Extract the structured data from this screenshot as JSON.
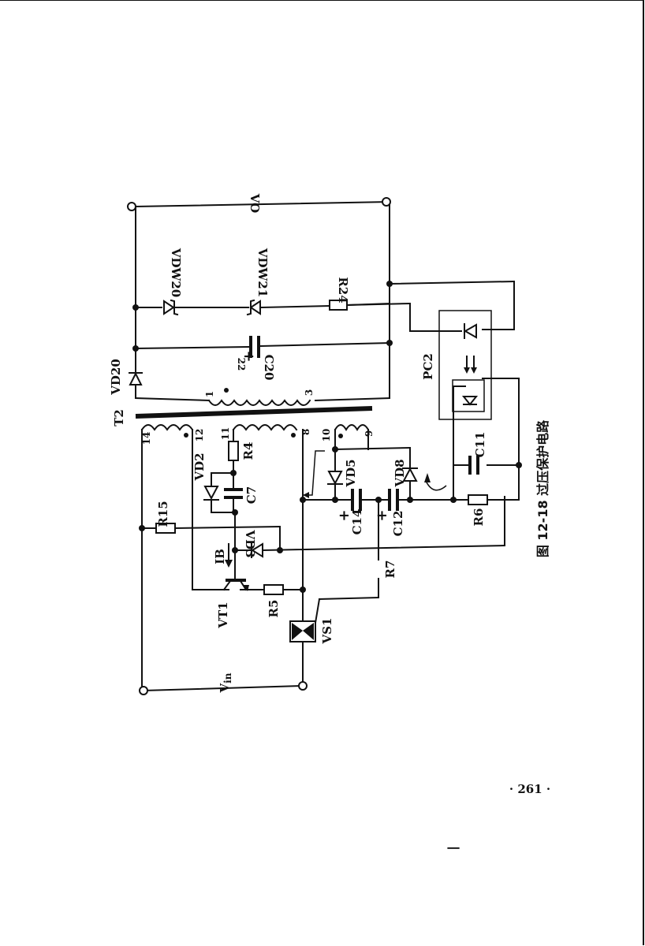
{
  "figure": {
    "caption": "图 12-18  过压保护电路",
    "page_number": "· 261 ·",
    "stray_mark": "一"
  },
  "labels": {
    "vo": "VO",
    "vin": "V",
    "vin_sub": "in",
    "t2": "T2",
    "vdw20": "VDW20",
    "vdw21": "VDW21",
    "vd20": "VD20",
    "c20": "C20",
    "c20_value": "22",
    "r24": "R24",
    "pc2": "PC2",
    "r15": "R15",
    "vd2": "VD2",
    "c7": "C7",
    "r4": "R4",
    "vd3": "VD3",
    "ib": "IB",
    "vt1": "VT1",
    "r5": "R5",
    "vs1": "VS1",
    "vd5": "VD5",
    "c14": "C14",
    "vd8": "VD8",
    "c12": "C12",
    "r7": "R7",
    "c11": "C11",
    "r6": "R6",
    "plus": "+"
  },
  "pins": {
    "p1": "1",
    "p3": "3",
    "p14": "14",
    "p12": "12",
    "p11": "11",
    "p8": "8",
    "p10": "10",
    "p9": "9"
  }
}
